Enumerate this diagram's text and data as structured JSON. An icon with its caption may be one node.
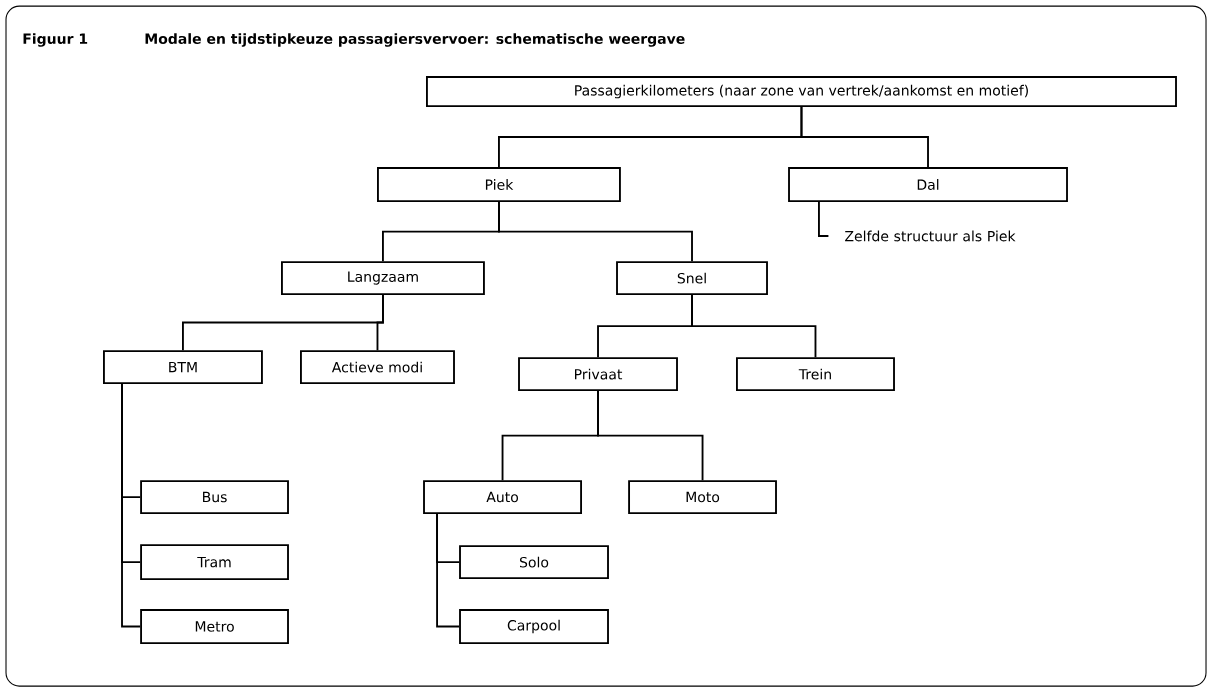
{
  "diagram": {
    "title": "Modale en tijdstipkeuze passagiersvervoer: schematische weergave",
    "nodes": [
      {
        "text": [
          "Passagierkilometers (naar zone van vertrek/aankomst en motief)"
        ]
      },
      {
        "text": [
          "Piek"
        ]
      },
      {
        "text": [
          "Dal"
        ]
      },
      {
        "text": [
          "Zelfde structuur als Piek"
        ]
      },
      {
        "text": [
          "Langzaam"
        ]
      },
      {
        "text": [
          "Snel"
        ]
      },
      {
        "text": [
          "BTM"
        ]
      },
      {
        "text": [
          "Actieve modi"
        ]
      },
      {
        "text": [
          "Privaat"
        ]
      },
      {
        "text": [
          "Trein"
        ]
      },
      {
        "text": [
          "Bus"
        ]
      },
      {
        "text": [
          "Tram"
        ]
      },
      {
        "text": [
          "Metro"
        ]
      },
      {
        "text": [
          "Auto"
        ]
      },
      {
        "text": [
          "Moto"
        ]
      },
      {
        "text": [
          "Solo"
        ]
      },
      {
        "text": [
          "Carpool"
        ]
      }
    ],
    "edges": [
      {
        "from": 0,
        "to": 1,
        "arrow": "none"
      },
      {
        "from": 0,
        "to": 2,
        "arrow": "none"
      },
      {
        "from": 2,
        "to": 3,
        "arrow": "none"
      },
      {
        "from": 1,
        "to": 4,
        "arrow": "none"
      },
      {
        "from": 1,
        "to": 5,
        "arrow": "none"
      },
      {
        "from": 4,
        "to": 6,
        "arrow": "none"
      },
      {
        "from": 4,
        "to": 7,
        "arrow": "none"
      },
      {
        "from": 5,
        "to": 8,
        "arrow": "none"
      },
      {
        "from": 5,
        "to": 9,
        "arrow": "none"
      },
      {
        "from": 6,
        "to": 10,
        "arrow": "none"
      },
      {
        "from": 6,
        "to": 11,
        "arrow": "none"
      },
      {
        "from": 6,
        "to": 12,
        "arrow": "none"
      },
      {
        "from": 8,
        "to": 13,
        "arrow": "none"
      },
      {
        "from": 8,
        "to": 14,
        "arrow": "none"
      },
      {
        "from": 13,
        "to": 15,
        "arrow": "none"
      },
      {
        "from": 13,
        "to": 16,
        "arrow": "none"
      }
    ],
    "labels": [
      "Figuur 1"
    ]
  }
}
